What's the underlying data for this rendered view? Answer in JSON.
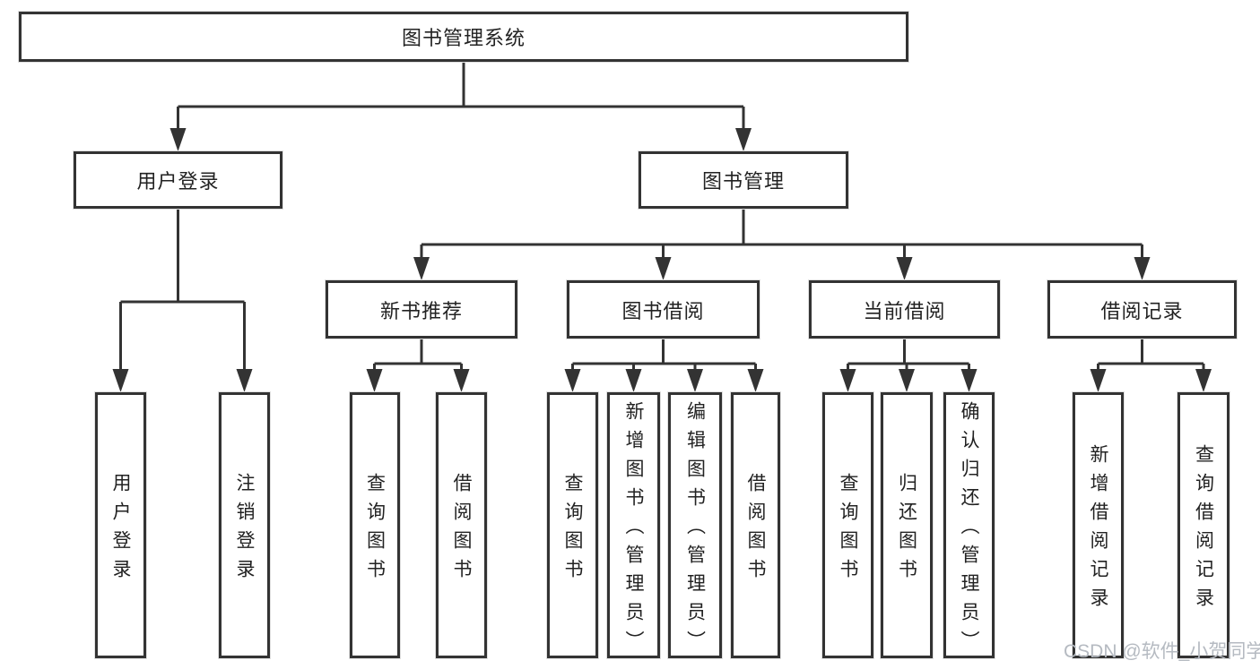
{
  "colors": {
    "line": "#333333",
    "boxbg": "#ffffff",
    "bg": "#ffffff",
    "text": "#222222",
    "watermark": "#b5bac1"
  },
  "watermark": {
    "text": "CSDN @软件_小贺同学"
  },
  "diagram": {
    "title": "图书管理系统",
    "level2": [
      {
        "label": "用户登录",
        "children": [
          "用户登录",
          "注销登录"
        ]
      },
      {
        "label": "图书管理"
      }
    ],
    "level3": [
      {
        "label": "新书推荐",
        "children": [
          "查询图书",
          "借阅图书"
        ]
      },
      {
        "label": "图书借阅",
        "children": [
          "查询图书",
          "新增图书（管理员）",
          "编辑图书（管理员）",
          "借阅图书"
        ]
      },
      {
        "label": "当前借阅",
        "children": [
          "查询图书",
          "归还图书",
          "确认归还（管理员）"
        ]
      },
      {
        "label": "借阅记录",
        "children": [
          "新增借阅记录",
          "查询借阅记录"
        ]
      }
    ]
  }
}
